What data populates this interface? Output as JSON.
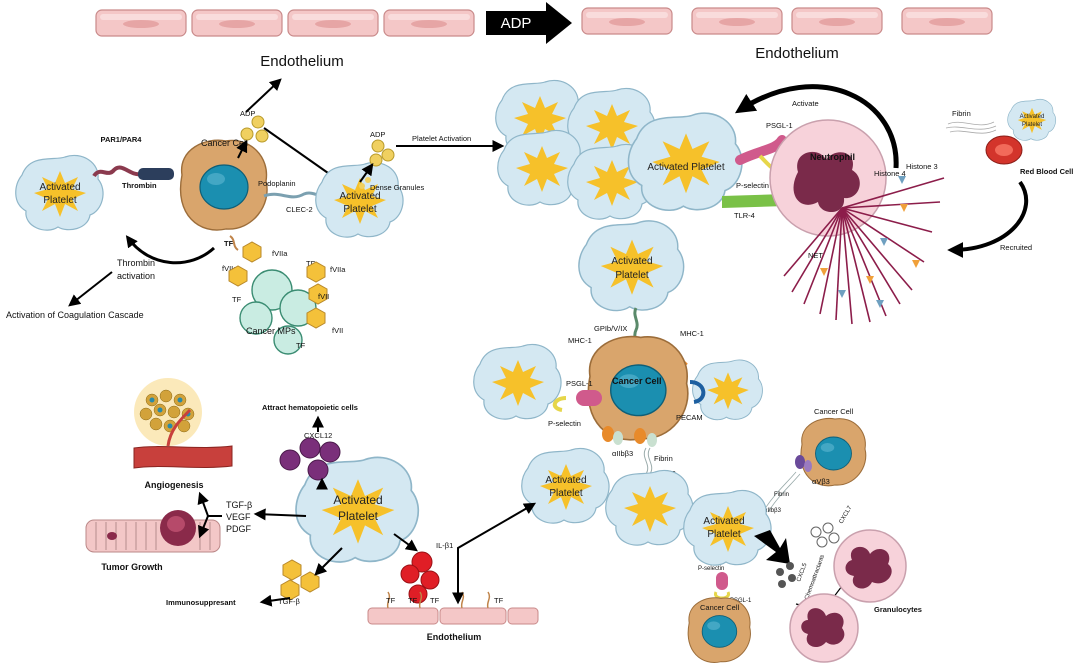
{
  "labels": {
    "endothelium_top_left": "Endothelium",
    "adp_banner": "ADP",
    "endothelium_top_right": "Endothelium",
    "par": "PAR1/PAR4",
    "thrombin": "Thrombin",
    "cancer_cell": "Cancer Cell",
    "adp_left": "ADP",
    "podoplanin": "Podoplanin",
    "clec2": "CLEC-2",
    "adp_mid": "ADP",
    "dense_granules": "Dense Granules",
    "platelet_activation": "Platelet Activation",
    "tf1": "TF",
    "fviia_top": "fVIIa",
    "fviia_left": "fVIIa",
    "tf2": "TF",
    "fviia_right": "fVIIa",
    "tf3": "TF",
    "fvii_a": "fVII",
    "fvii_b": "fVII",
    "tf4": "TF",
    "cancer_mps": "Cancer MPs",
    "thrombin_activation_1": "Thrombin",
    "thrombin_activation_2": "activation",
    "coag_cascade": "Activation of Coagulation Cascade",
    "activate": "Activate",
    "psgl1_top": "PSGL-1",
    "pselectin_top": "P-selectin",
    "neutrophil": "Neutrophil",
    "tlr4": "TLR-4",
    "histone4": "Histone 4",
    "histone3": "Histone 3",
    "net": "NET",
    "fibrin_top": "Fibrin",
    "red_blood_cell": "Red Blood Cell",
    "recruited": "Recruited",
    "gpib": "GPIb/V/IX",
    "mhc1_left": "MHC-1",
    "mhc1_right": "MHC-1",
    "cancer_cell_center": "Cancer Cell",
    "psgl1_mid": "PSGL-1",
    "pselectin_mid": "P-selectin",
    "pecam": "PECAM",
    "aiib_mid": "αIIbβ3",
    "fibrin_mid": "Fibrin",
    "avb3_mid": "αVβ3",
    "attract": "Attract hematopoietic cells",
    "cxcl12": "CXCL12",
    "angiogenesis": "Angiogenesis",
    "tgfb": "TGF-β",
    "vegf": "VEGF",
    "pdgf": "PDGF",
    "tumor_growth": "Tumor Growth",
    "il1b": "IL-β1",
    "tgfb_small": "TGF-β",
    "immunosuppresant": "Immunosuppresant",
    "tf_e1": "TF",
    "tf_e2": "TF",
    "tf_e3": "TF",
    "tf_e4": "TF",
    "endothelium_bottom": "Endothelium",
    "cancer_cell_br": "Cancer Cell",
    "fibrin_br": "Fibrin",
    "avb3_br": "αVβ3",
    "aiib_br": "αIIbβ3",
    "cxcl5": "CXCL5",
    "cxcl7": "CXCL7",
    "chemoattractants": "Chemoattractants",
    "pselectin_br": "P-selectin",
    "psgl1_br": "PSGL-1",
    "cancer_cell_bottom": "Cancer Cell",
    "granulocytes": "Granulocytes"
  },
  "platelet": {
    "line1": "Activated",
    "line2": "Platelet"
  },
  "colors": {
    "endothelium_fill": "#f4c7c7",
    "endothelium_stroke": "#c98a8a",
    "platelet_fill": "#d4e8f2",
    "platelet_stroke": "#8fb6c9",
    "star": "#f6c12a",
    "cancer_cell": "#d9a56c",
    "nucleus": "#1b8fb0",
    "neutrophil": "#f7d2da",
    "neutrophil_nucleus": "#7a2a4a",
    "net_fiber": "#8c1d4a",
    "mp_fill": "#c9ece2",
    "ring_fill": "#6bc2a8",
    "red_dots": "#e01e26",
    "purple_dots": "#7a2f7a",
    "yellow_dots": "#f0d060",
    "hexagon": "#f4c13a"
  },
  "icons": {
    "adp_banner_arrow": "right-arrow-banner",
    "platelet_shape": "activated-platelet-blob",
    "star_burst": "yellow-starburst"
  }
}
